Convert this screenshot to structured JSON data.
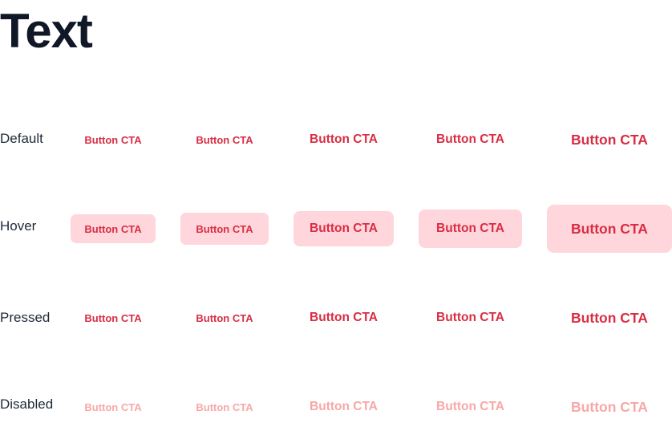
{
  "page": {
    "title": "Text"
  },
  "states": {
    "default": "Default",
    "hover": "Hover",
    "pressed": "Pressed",
    "disabled": "Disabled"
  },
  "button": {
    "label": "Button CTA"
  },
  "colors": {
    "text": "#d92d43",
    "hover_background": "#ffd6dc",
    "disabled_text": "#f7a8a6",
    "title": "#101828"
  }
}
